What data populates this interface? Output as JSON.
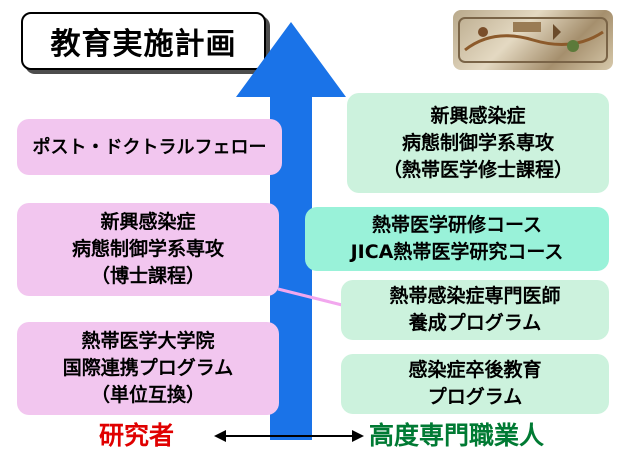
{
  "title": "教育実施計画",
  "left_boxes": [
    {
      "lines": [
        "ポスト・ドクトラルフェロー"
      ]
    },
    {
      "lines": [
        "新興感染症",
        "病態制御学系専攻",
        "（博士課程）"
      ]
    },
    {
      "lines": [
        "熱帯医学大学院",
        "国際連携プログラム",
        "（単位互換）"
      ]
    }
  ],
  "right_boxes": [
    {
      "lines": [
        "新興感染症",
        "病態制御学系専攻",
        "（熱帯医学修士課程）"
      ]
    },
    {
      "lines": [
        "熱帯医学研修コース",
        "JICA熱帯医学研究コース"
      ]
    },
    {
      "lines": [
        "熱帯感染症専門医師",
        "養成プログラム"
      ]
    },
    {
      "lines": [
        "感染症卒後教育",
        "プログラム"
      ]
    }
  ],
  "bottom": {
    "left_label": "研究者",
    "right_label": "高度専門職業人"
  },
  "colors": {
    "arrow": "#1a73e8",
    "researcher": "#e00000",
    "professional": "#007a33",
    "pink_box": "#f2c6ef",
    "green_box": "#ccf2dd",
    "cyan_box": "#99f2d9"
  },
  "icons": [
    "up-arrow",
    "double-headed-arrow",
    "decorative-logo"
  ]
}
